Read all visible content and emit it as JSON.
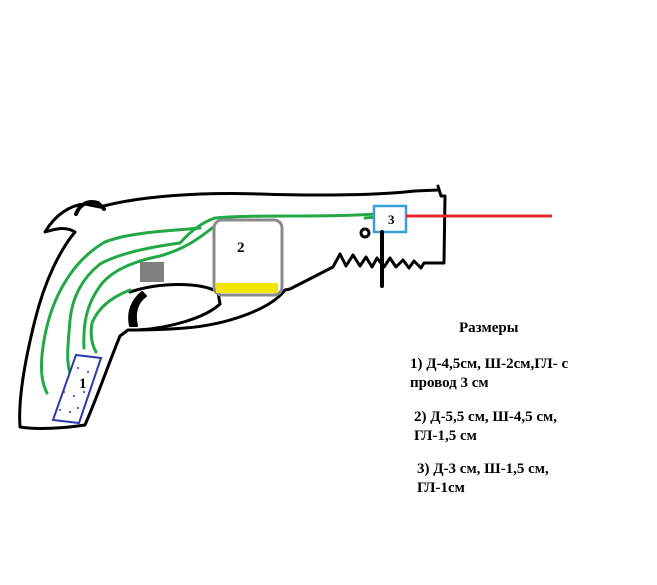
{
  "parts": [
    {
      "number": "1"
    },
    {
      "number": "2"
    },
    {
      "number": "3"
    }
  ],
  "dimensions": {
    "title": "Размеры",
    "items": [
      {
        "line1": "1) Д-4,5см, Ш-2см,ГЛ- с",
        "line2": "провод 3 см"
      },
      {
        "line1": "2) Д-5,5 см, Ш-4,5 см,",
        "line2": "ГЛ-1,5 см"
      },
      {
        "line1": "3) Д-3 см, Ш-1,5 см,",
        "line2": "ГЛ-1см"
      }
    ]
  },
  "colors": {
    "outline": "#000000",
    "wiring": "#22a845",
    "laser": "#e8262d",
    "battery_box": "#8a8a8a",
    "battery_fill": "#f0e600",
    "module_1": "#2b3aa8",
    "module_3": "#3aa0d8",
    "grey_block": "#7f7f7f"
  }
}
